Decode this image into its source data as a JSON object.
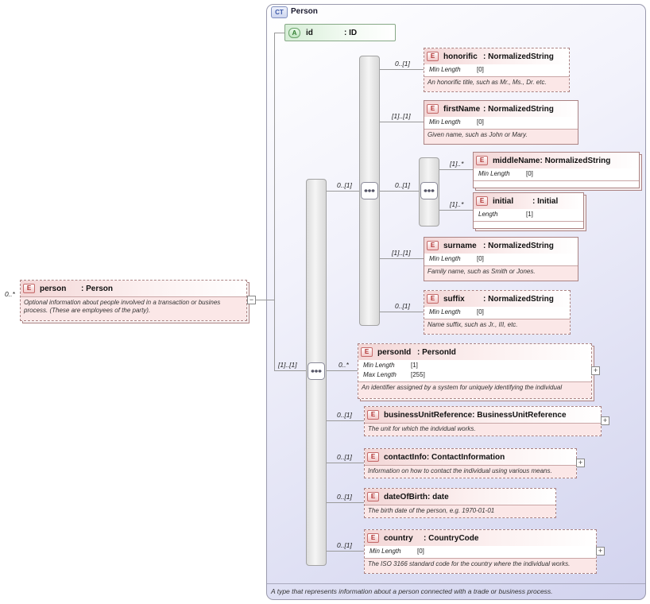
{
  "colors": {
    "element_accent": "#b03030",
    "attribute_accent": "#2f7d2f",
    "complex_type_accent": "#3a57a8",
    "connector": "#999999",
    "annotation_background": "#fbe7e7",
    "complex_type_background": "#d2d3ee"
  },
  "glyphs": {
    "element_badge": "E",
    "attribute_badge": "A",
    "complex_type_badge": "CT",
    "expand": "+",
    "collapse": "−"
  },
  "source_element": {
    "name": "person",
    "type": ": Person",
    "cardinality": "0..*",
    "annotation": "Optional information about people involved in a transaction or busines process. (These are employees of the party)."
  },
  "ct": {
    "title": "Person",
    "footer_annotation": "A type that represents information about a person connected with a trade or business process.",
    "attribute": {
      "name": "id",
      "type": ": ID"
    },
    "groups": {
      "main_sequence_cardinality": "[1]..[1]",
      "name_group_cardinality": "0..[1]",
      "middle_group_cardinality": "0..[1]"
    },
    "elements": [
      {
        "name": "honorific",
        "type": ": NormalizedString",
        "cardinality": "0..[1]",
        "facets": [
          {
            "label": "Min Length",
            "value": "[0]"
          }
        ],
        "annotation": "An honorific title, such as Mr., Ms., Dr. etc."
      },
      {
        "name": "firstName",
        "type": ": NormalizedString",
        "cardinality": "[1]..[1]",
        "facets": [
          {
            "label": "Min Length",
            "value": "[0]"
          }
        ],
        "annotation": "Given name, such as John or Mary."
      },
      {
        "name": "middleName",
        "type": ": NormalizedString",
        "cardinality": "[1]..*",
        "facets": [
          {
            "label": "Min Length",
            "value": "[0]"
          }
        ]
      },
      {
        "name": "initial",
        "type": ": Initial",
        "cardinality": "[1]..*",
        "facets": [
          {
            "label": "Length",
            "value": "[1]"
          }
        ]
      },
      {
        "name": "surname",
        "type": ": NormalizedString",
        "cardinality": "[1]..[1]",
        "facets": [
          {
            "label": "Min Length",
            "value": "[0]"
          }
        ],
        "annotation": "Family name, such as Smith or Jones."
      },
      {
        "name": "suffix",
        "type": ": NormalizedString",
        "cardinality": "0..[1]",
        "facets": [
          {
            "label": "Min Length",
            "value": "[0]"
          }
        ],
        "annotation": "Name suffix, such as Jr., III, etc."
      },
      {
        "name": "personId",
        "type": ": PersonId",
        "cardinality": "0..*",
        "facets": [
          {
            "label": "Min Length",
            "value": "[1]"
          },
          {
            "label": "Max Length",
            "value": "[255]"
          }
        ],
        "annotation": "An identifier assigned by a system for uniquely identifying the individual"
      },
      {
        "name": "businessUnitReference",
        "type": ": BusinessUnitReference",
        "cardinality": "0..[1]",
        "annotation": "The unit for which the indvidual works."
      },
      {
        "name": "contactInfo",
        "type": ": ContactInformation",
        "cardinality": "0..[1]",
        "annotation": "Information on how to contact the individual using various means."
      },
      {
        "name": "dateOfBirth",
        "type": ": date",
        "cardinality": "0..[1]",
        "annotation": "The birth date of the person, e.g. 1970-01-01"
      },
      {
        "name": "country",
        "type": ": CountryCode",
        "cardinality": "0..[1]",
        "facets": [
          {
            "label": "Min Length",
            "value": "[0]"
          }
        ],
        "annotation": "The ISO 3166 standard code for the country where the individual works."
      }
    ]
  }
}
